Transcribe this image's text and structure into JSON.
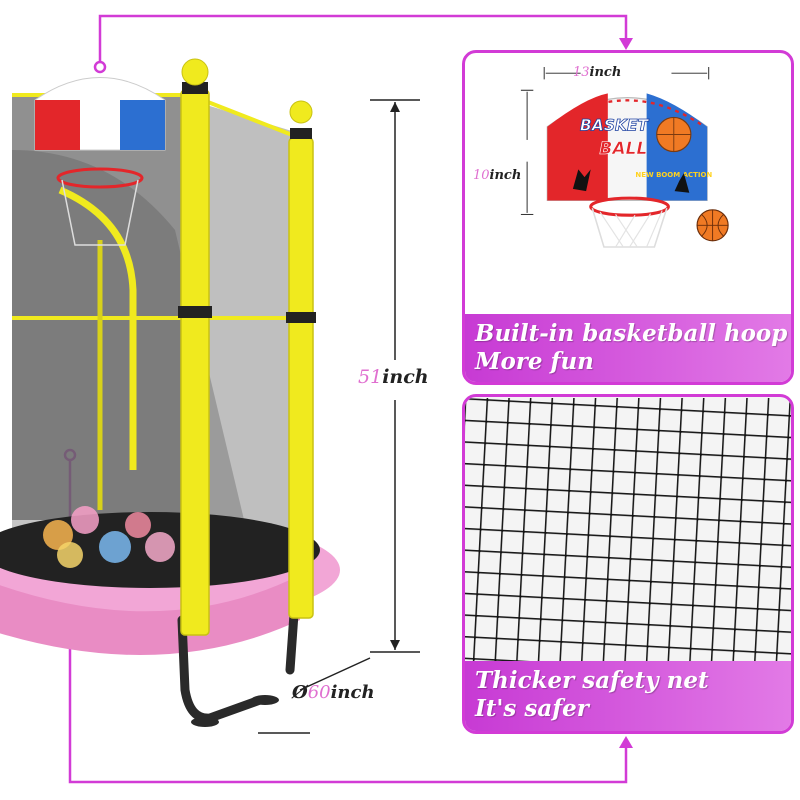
{
  "dimensions": {
    "height": {
      "value": "51",
      "unit": "inch"
    },
    "diameter": {
      "prefix": "Ø",
      "value": "60",
      "unit": "inch"
    },
    "hoop_width": {
      "value": "13",
      "unit": "inch"
    },
    "hoop_height": {
      "value": "10",
      "unit": "inch"
    }
  },
  "hoop_panel": {
    "caption_line1": "Built-in basketball hoop",
    "caption_line2": "More fun",
    "board_word1": "BASKET",
    "board_word2": "BALL",
    "board_side_text": "NEW BOOM ACTION"
  },
  "net_panel": {
    "caption_line1": "Thicker safety net",
    "caption_line2": "It's safer"
  },
  "colors": {
    "accent": "#d23bd6",
    "frame": "#f0ea1e",
    "mat_pad": "#f2a6d6",
    "board_red": "#e3262a",
    "board_blue": "#2c6fd1"
  }
}
